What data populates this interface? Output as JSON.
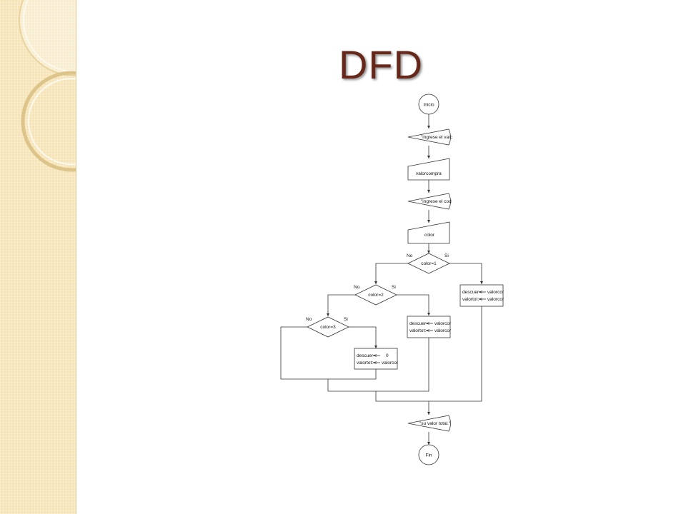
{
  "slide": {
    "title": "DFD"
  },
  "colors": {
    "title": "#66281a",
    "sidebar": "#f6e4b6"
  },
  "flowchart": {
    "start": "Inicio",
    "input_prompt_value": "\"ingrese el valc",
    "read_value": "valorcompra",
    "input_prompt_code": "\"ingrese el cod",
    "read_color": "color",
    "decision_1": "color=1",
    "decision_2": "color=2",
    "decision_3": "color=3",
    "label_no": "No",
    "label_si": "Si",
    "assign_1": {
      "var_a": "descuer",
      "val_a": "valorcor",
      "var_b": "valortot:",
      "val_b": "valorcor"
    },
    "assign_2": {
      "var_a": "descuer",
      "val_a": "valorcor",
      "var_b": "valortot:",
      "val_b": "valorcor"
    },
    "assign_3": {
      "var_a": "descuer",
      "val_a": "0",
      "var_b": "valortot:",
      "val_b": "valorcor"
    },
    "output": "\"su valor total.\"",
    "end": "Fin"
  }
}
